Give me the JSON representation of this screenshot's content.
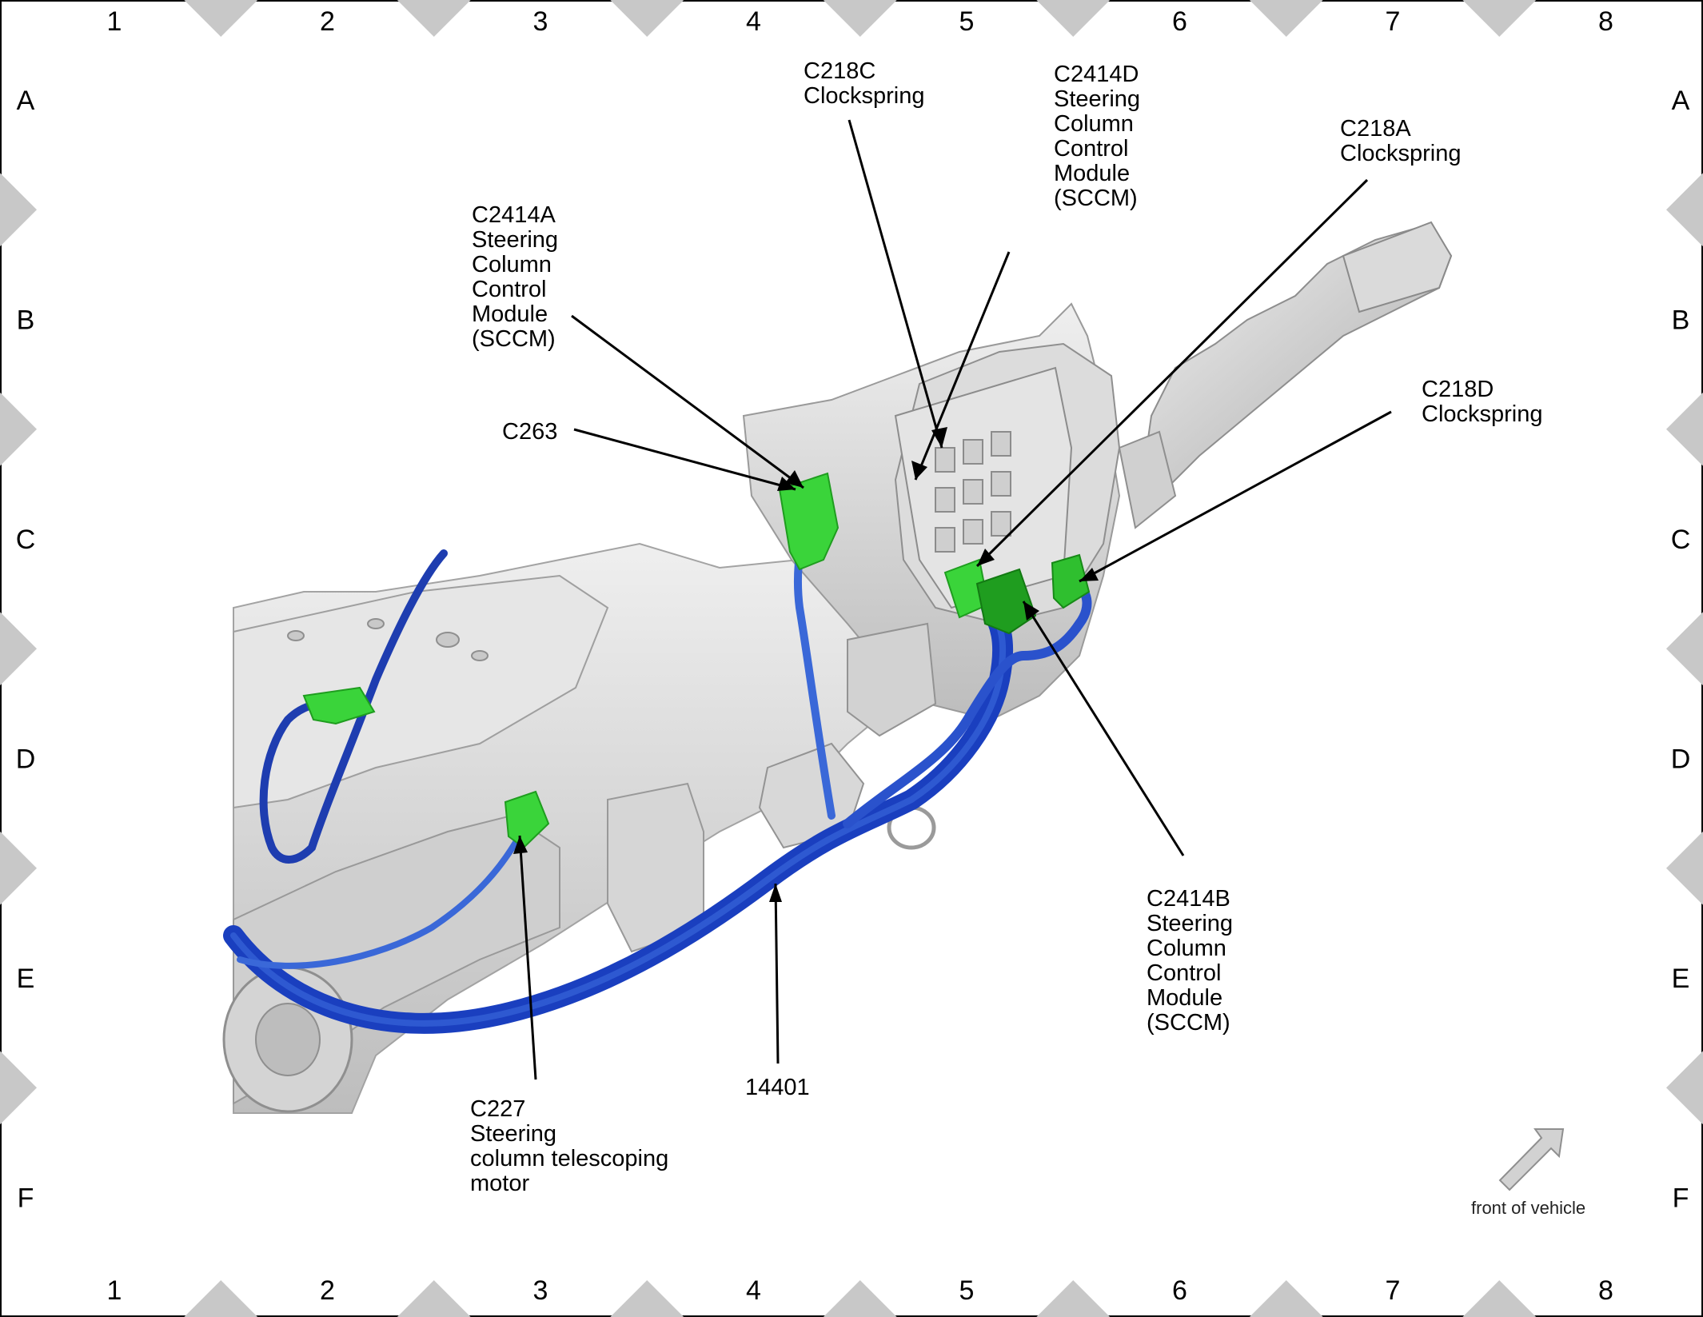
{
  "grid": {
    "columns": [
      "1",
      "2",
      "3",
      "4",
      "5",
      "6",
      "7",
      "8"
    ],
    "rows": [
      "A",
      "B",
      "C",
      "D",
      "E",
      "F"
    ]
  },
  "callouts": {
    "c218c": {
      "lines": [
        "C218C",
        "Clockspring"
      ]
    },
    "c2414d": {
      "lines": [
        "C2414D",
        "Steering",
        "Column",
        "Control",
        "Module",
        "(SCCM)"
      ]
    },
    "c218a": {
      "lines": [
        "C218A",
        "Clockspring"
      ]
    },
    "c2414a": {
      "lines": [
        "C2414A",
        "Steering",
        "Column",
        "Control",
        "Module",
        "(SCCM)"
      ]
    },
    "c263": {
      "lines": [
        "C263"
      ]
    },
    "c218d": {
      "lines": [
        "C218D",
        "Clockspring"
      ]
    },
    "c2414b": {
      "lines": [
        "C2414B",
        "Steering",
        "Column",
        "Control",
        "Module",
        "(SCCM)"
      ]
    },
    "c227": {
      "lines": [
        "C227",
        "Steering",
        "column telescoping",
        "motor"
      ]
    },
    "harness": {
      "lines": [
        "14401"
      ]
    }
  },
  "legend": {
    "front_label": "front of vehicle"
  },
  "colors": {
    "connector": "#3ad43a",
    "connector_dark": "#1f9d1f",
    "harness_main": "#1a3fbf",
    "harness_thin": "#3a68d8",
    "housing": "#d9d9d9",
    "housing_edge": "#9a9a9a"
  }
}
